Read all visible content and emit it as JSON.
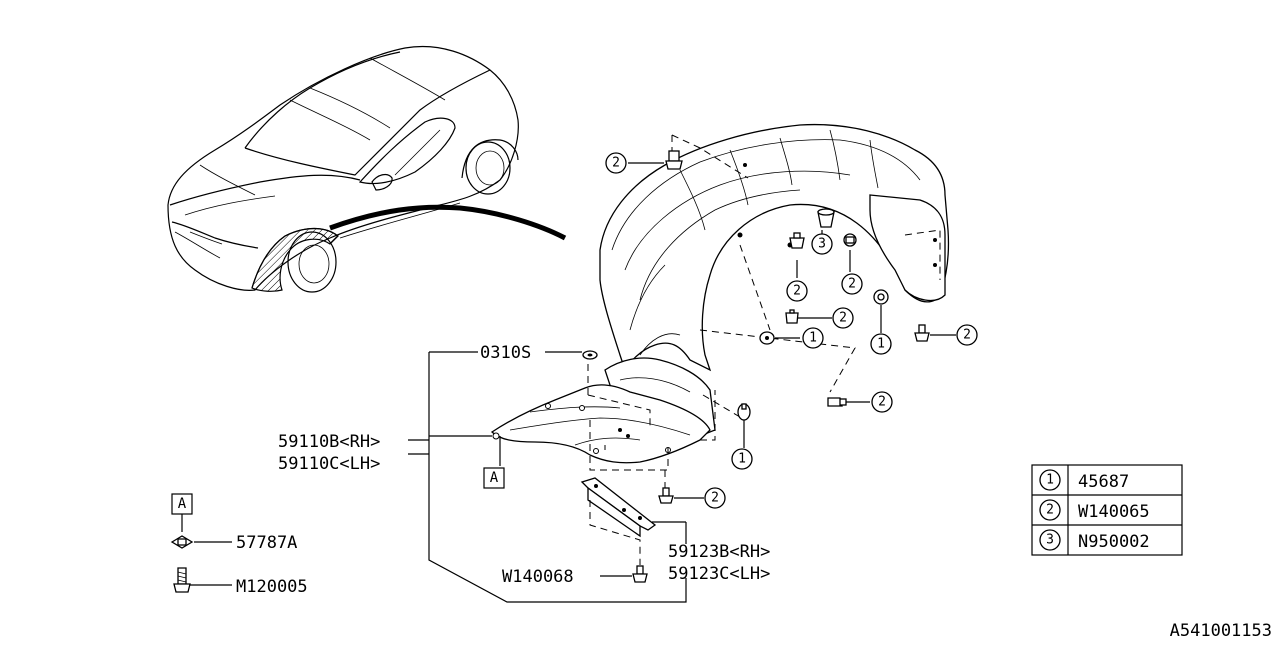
{
  "diagram_id": "A541001153",
  "part_labels": {
    "p0310s": "0310S",
    "p59110b": "59110B<RH>",
    "p59110c": "59110C<LH>",
    "p59123b": "59123B<RH>",
    "p59123c": "59123C<LH>",
    "pw140068": "W140068",
    "p57787a": "57787A",
    "pm120005": "M120005"
  },
  "ref_marker": "A",
  "callout_numbers": [
    "1",
    "2",
    "3"
  ],
  "legend": [
    {
      "key": "1",
      "part": "45687"
    },
    {
      "key": "2",
      "part": "W140065"
    },
    {
      "key": "3",
      "part": "N950002"
    }
  ]
}
